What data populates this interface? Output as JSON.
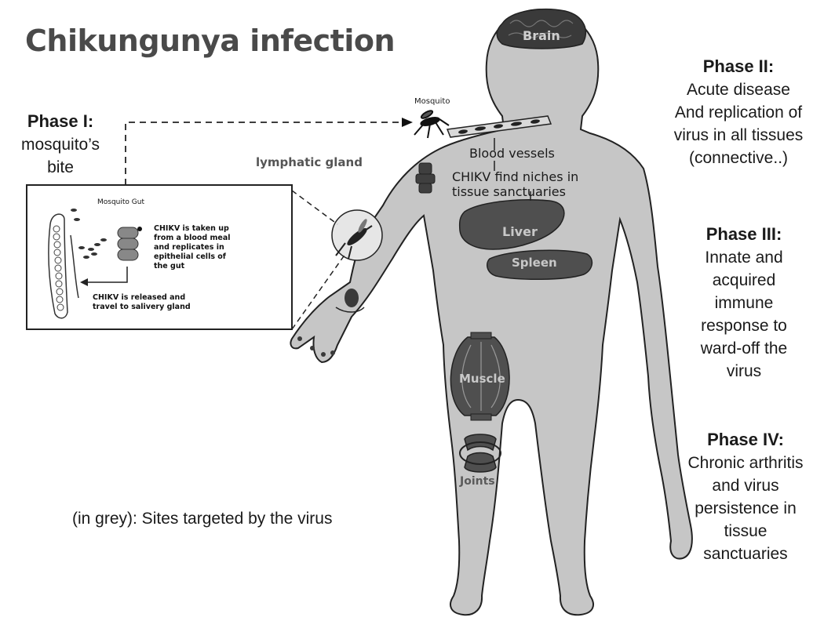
{
  "title": "Chikungunya infection",
  "phases": {
    "phase1": {
      "heading": "Phase I:",
      "text": "mosquito’s\nbite"
    },
    "phase2": {
      "heading": "Phase II:",
      "text": "Acute disease\nAnd replication of\nvirus in all tissues\n(connective..)"
    },
    "phase3": {
      "heading": "Phase III:",
      "text": "Innate and\nacquired\nimmune\nresponse to\nward-off the\nvirus"
    },
    "phase4": {
      "heading": "Phase IV:",
      "text": "Chronic arthritis\nand virus\npersistence in\ntissue\nsanctuaries"
    }
  },
  "legend_note": "(in grey): Sites targeted by the virus",
  "body_labels": {
    "brain": "Brain",
    "mosquito": "Mosquito",
    "blood_vessels": "Blood vessels",
    "lymphatic_gland": "lymphatic gland",
    "niches": "CHIKV find niches in\ntissue sanctuaries",
    "liver": "Liver",
    "spleen": "Spleen",
    "muscle": "Muscle",
    "joints": "Joints"
  },
  "inset": {
    "heading": "Mosquito Gut",
    "uptake_text": "CHIKV is taken up\nfrom a blood meal\nand replicates in\nepithelial cells of\nthe gut",
    "release_text": "CHIKV is released and\ntravel to salivery gland"
  },
  "colors": {
    "body_fill": "#c6c6c6",
    "organ_fill": "#4f4f4f",
    "outline": "#222222"
  }
}
